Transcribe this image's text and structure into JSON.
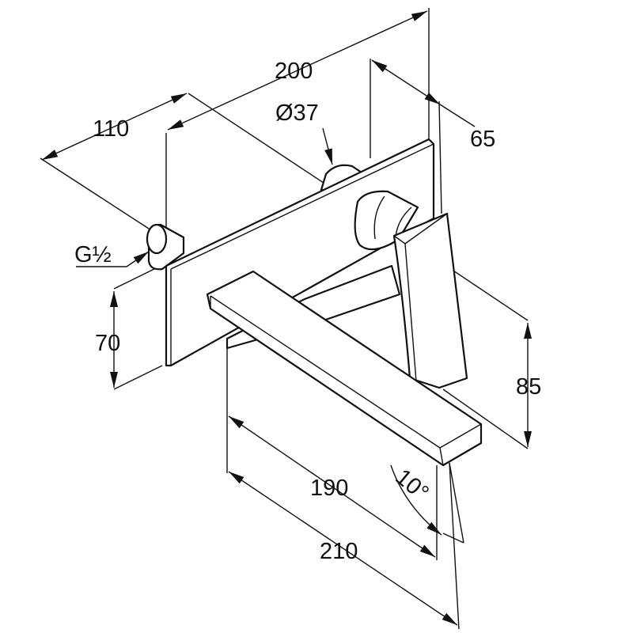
{
  "dimensions": {
    "overall_depth": "200",
    "plate_offset": "110",
    "wall_projection": "65",
    "connection_diameter": "Ø37",
    "thread": "G½",
    "plate_height": "70",
    "lever_height": "85",
    "spout_length_inner": "190",
    "spout_length_outer": "210",
    "spout_angle": "10°"
  }
}
